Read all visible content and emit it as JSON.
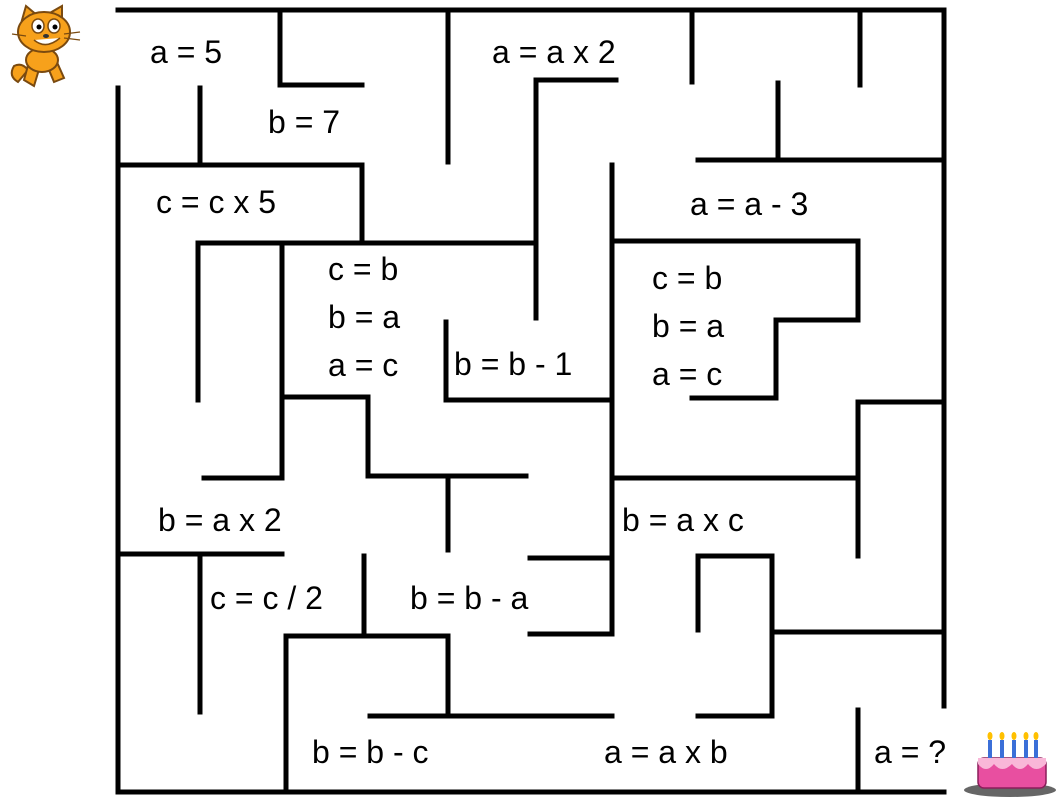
{
  "maze": {
    "start": {
      "icon": "scratch-cat-icon"
    },
    "goal": {
      "icon": "birthday-cake-icon"
    },
    "colors": {
      "wall": "#000000",
      "background": "#ffffff",
      "cat": "#f7a11b",
      "cake_icing": "#e84fa0",
      "candles": "#3b6fd8"
    },
    "cells": {
      "a_eq_5": "a = 5",
      "b_eq_7": "b = 7",
      "a_eq_a_x_2": "a = a x 2",
      "c_eq_c_x_5": "c = c x 5",
      "a_eq_a_minus_3": "a = a - 3",
      "swap_left": [
        "c = b",
        "b = a",
        "a = c"
      ],
      "b_eq_b_minus_1": "b = b - 1",
      "swap_right": [
        "c = b",
        "b = a",
        "a = c"
      ],
      "b_eq_a_x_2": "b = a x 2",
      "b_eq_a_x_c": "b = a x c",
      "c_eq_c_div_2": "c = c / 2",
      "b_eq_b_minus_a": "b = b - a",
      "b_eq_b_minus_c": "b = b - c",
      "a_eq_a_x_b": "a = a x b",
      "a_eq_question": "a = ?"
    }
  }
}
